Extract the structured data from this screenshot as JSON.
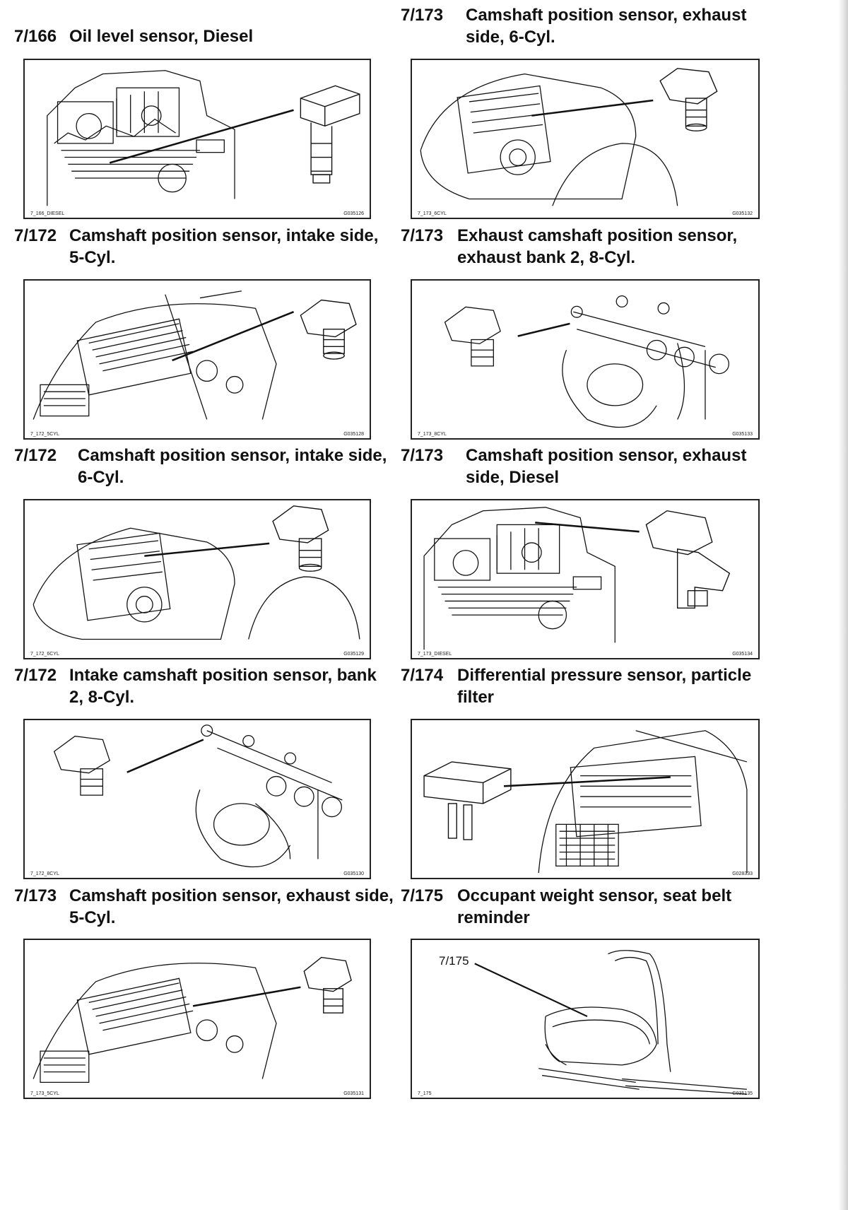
{
  "items": [
    {
      "number": "7/166",
      "title": "Oil level sensor, Diesel",
      "file": "7_166_DIESEL",
      "ref": "G035126"
    },
    {
      "number": "7/172",
      "title": "Camshaft position sensor, intake side, 5-Cyl.",
      "file": "7_172_5CYL",
      "ref": "G035128"
    },
    {
      "number": "7/172",
      "title": "Camshaft position sensor, intake side, 6-Cyl.",
      "file": "7_172_6CYL",
      "ref": "G035129"
    },
    {
      "number": "7/172",
      "title": "Intake camshaft position sensor, bank 2, 8-Cyl.",
      "file": "7_172_8CYL",
      "ref": "G035130"
    },
    {
      "number": "7/173",
      "title": "Camshaft position sensor, exhaust side, 5-Cyl.",
      "file": "7_173_5CYL",
      "ref": "G035131"
    },
    {
      "number": "7/173",
      "title": "Camshaft position sensor, exhaust side, 6-Cyl.",
      "file": "7_173_6CYL",
      "ref": "G035132"
    },
    {
      "number": "7/173",
      "title": "Exhaust camshaft position sensor, exhaust bank 2, 8-Cyl.",
      "file": "7_173_8CYL",
      "ref": "G035133"
    },
    {
      "number": "7/173",
      "title": "Camshaft position sensor, exhaust side, Diesel",
      "file": "7_173_DIESEL",
      "ref": "G035134"
    },
    {
      "number": "7/174",
      "title": "Differential pressure sensor, particle filter",
      "file": "",
      "ref": "G028333"
    },
    {
      "number": "7/175",
      "title": "Occupant weight sensor, seat belt reminder",
      "file": "7_175",
      "ref": "G035135",
      "callout": "7/175"
    }
  ]
}
